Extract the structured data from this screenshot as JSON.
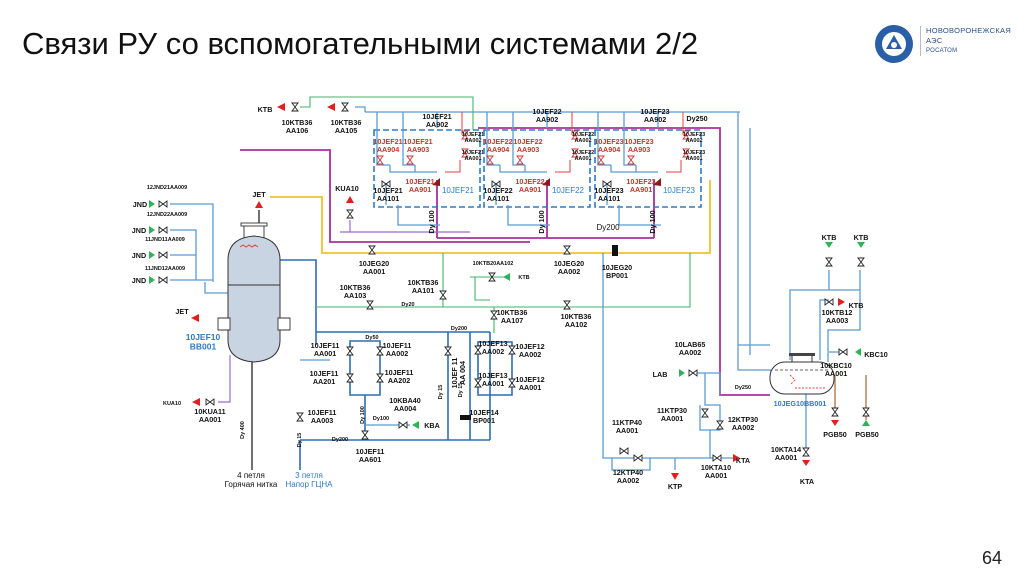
{
  "title": "Связи РУ со вспомогательными системами 2/2",
  "page_number": "64",
  "logo": {
    "line1": "НОВОВОРОНЕЖСКАЯ",
    "line2": "АЭС",
    "line3": "РОСАТОМ"
  },
  "colors": {
    "main_pipe": "#2e6db4",
    "aux_pipe": "#5b9bd5",
    "magenta_pipe": "#a8309a",
    "yellow_pipe": "#f5c02a",
    "green_pipe": "#43b36b",
    "outlet_arrow": "#e02020",
    "inlet_arrow": "#2fb35a",
    "vessel_fill": "#c9d4e3"
  },
  "groups": [
    {
      "aa902": "10JEF21\nAA902",
      "aa904": "10JEF21\nAA904",
      "aa903": "10JEF21\nAA903",
      "aa901": "10JEF21\nAA901",
      "aa101": "10JEF21\nAA101",
      "name": "10JEF21",
      "aa002": "10JEF21\nAA002",
      "aa001": "10JEF21\nAA001",
      "dy": "Dy 100"
    },
    {
      "aa902": "10JEF22\nAA902",
      "aa904": "10JEF22\nAA904",
      "aa903": "10JEF22\nAA903",
      "aa901": "10JEF22\nAA901",
      "aa101": "10JEF22\nAA101",
      "name": "10JEF22",
      "aa002": "10JEF22\nAA002",
      "aa001": "10JEF22\nAA001",
      "dy": "Dy 100"
    },
    {
      "aa902": "10JEF23\nAA902",
      "aa904": "10JEF23\nAA904",
      "aa903": "10JEF23\nAA903",
      "aa901": "10JEF23\nAA901",
      "aa101": "10JEF23\nAA101",
      "name": "10JEF23",
      "aa002": "10JEF23\nAA002",
      "aa001": "10JEF23\nAA001",
      "dy": "Dy 100"
    }
  ],
  "labels": {
    "ktb_top": "KTB",
    "ktb36_aa106": "10KTB36\nAA106",
    "ktb36_aa105": "10KTB36\nAA105",
    "dy250_top": "Dy250",
    "dy200_top": "Dy200",
    "kua10_top": "KUA10",
    "jet_top": "JET",
    "jet_left": "JET",
    "jnd1_tag": "12JND21AA009",
    "jnd2_tag": "12JND22AA009",
    "jnd3_tag": "11JND11AA009",
    "jnd4_tag": "11JND12AA009",
    "jnd": "JND",
    "vessel": "10JEF10\nBB001",
    "kua10_left": "KUA10",
    "kua11": "10KUA11\nAA001",
    "dy400": "Dy 400",
    "loop4": "4 петля\nГорячая нитка",
    "loop3": "3 петля\nНапор ГЦНА",
    "jeg20_aa001": "10JEG20\nAA001",
    "jeg20_aa002": "10JEG20\nAA002",
    "jeg20_bp001": "10JEG20\nBP001",
    "ktb20_aa102": "10KTB20AA102",
    "ktb_mid": "KTB",
    "ktb36_aa101": "10KTB36\nAA101",
    "ktb36_aa103": "10KTB36\nAA103",
    "dy20": "Dy20",
    "ktb36_aa107": "10KTB36\nAA107",
    "ktb36_aa102": "10KTB36\nAA102",
    "dy200_mid": "Dy200",
    "dy50": "Dy50",
    "jef11_aa001": "10JEF11\nAA001",
    "jef11_aa002": "10JEF11\nAA002",
    "jef11_aa201": "10JEF11\nAA201",
    "jef11_aa202": "10JEF11\nAA202",
    "kba40_aa004": "10KBA40\nAA004",
    "dy100": "Dy100",
    "dy100_v": "Dy 100",
    "kba": "KBA",
    "jef11_aa003": "10JEF11\nAA003",
    "dy15_a": "Dy 15",
    "dy200_low": "Dy200",
    "jef11_aa601": "10JEF11\nAA601",
    "jef11_aa004": "10JEF 11\nAA 004",
    "dy15_b": "Dy 15",
    "dy15_c": "Dy 15",
    "jef13_aa002": "10JEF13\nAA002",
    "jef12_aa002": "10JEF12\nAA002",
    "jef13_aa001": "10JEF13\nAA001",
    "jef12_aa001": "10JEF12\nAA001",
    "jef14_bp001": "10JEF14\nBP001",
    "lab65": "10LAB65\nAA002",
    "lab": "LAB",
    "dy250_right": "Dy250",
    "ktp30_11": "11KTP30\nAA001",
    "ktp30_12": "12KTP30\nAA002",
    "ktp40_11": "11KTP40\nAA001",
    "ktp40_12": "12KTP40\nAA002",
    "ktp": "KTP",
    "kta10": "10KTA10\nAA001",
    "kta_a": "KTA",
    "jeg10": "10JEG10BB001",
    "ktb_r1": "KTB",
    "ktb_r2": "KTB",
    "ktb12": "10KTB12\nAA003",
    "ktb_r3": "KTB",
    "kbc10": "KBC10",
    "kbc10_valve": "10KBC10\nAA001",
    "pgb50_a": "PGB50",
    "pgb50_b": "PGB50",
    "kta14": "10KTA14\nAA001",
    "kta_b": "KTA"
  }
}
